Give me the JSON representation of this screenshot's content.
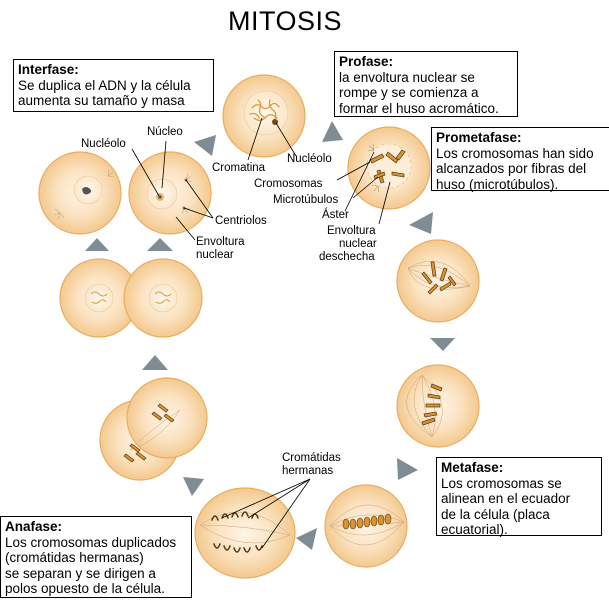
{
  "title": "MITOSIS",
  "phases": {
    "interfase": {
      "heading": "Interfase:",
      "text": "Se duplica el ADN y la célula\naumenta su tamaño y masa"
    },
    "profase": {
      "heading": "Profase:",
      "text": "la envoltura nuclear se\nrompe y se comienza a\nformar el huso acromático."
    },
    "prometafase": {
      "heading": "Prometafase:",
      "text": "Los cromosomas han sido\nalcanzados por fibras del\nhuso (microtúbulos)."
    },
    "metafase": {
      "heading": "Metafase:",
      "text": "Los cromosomas se\nalinean en el ecuador\nde la célula (placa\necuatorial)."
    },
    "anafase": {
      "heading": "Anafase:",
      "text": "Los cromosomas duplicados\n(cromátidas hermanas)\nse separan y se dirigen a\npolos opuesto de la célula."
    }
  },
  "labels": {
    "nucleo": "Núcleo",
    "nucleolo_left": "Nucléolo",
    "centriolos": "Centriolos",
    "envoltura_1": "Envoltura",
    "envoltura_2": "nuclear",
    "cromatina": "Cromatina",
    "nucleolo_top": "Nucléolo",
    "cromosomas": "Cromosomas",
    "microtubulos": "Microtúbulos",
    "aster": "Áster",
    "desechada_1": "Envoltura",
    "desechada_2": "nuclear",
    "desechada_3": "deschecha",
    "cromatidas_1": "Cromátidas",
    "cromatidas_2": "hermanas"
  },
  "colors": {
    "cell_fill": "#f8d9aa",
    "cell_edge": "#e7a857",
    "cell_center": "#fdeeda",
    "chromosome": "#d99330",
    "chromosome_edge": "#7a4a12",
    "arrow": "#7f8c94"
  }
}
